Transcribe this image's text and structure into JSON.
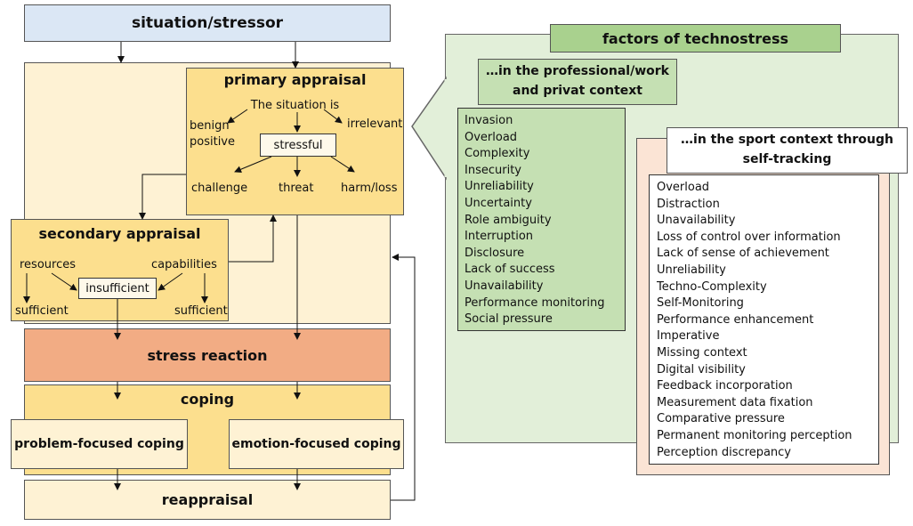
{
  "colors": {
    "situation_fill": "#dbe7f5",
    "outer_fill": "#fef2d4",
    "primary_fill": "#fcdf8e",
    "secondary_fill": "#fcdf8e",
    "stress_fill": "#f2ac84",
    "coping_fill": "#fcdf8e",
    "coping_inner_fill": "#fef2d4",
    "factors_panel_fill": "#e2efd9",
    "factors_header_fill": "#a9d18e",
    "work_list_fill": "#c5e0b3",
    "sport_panel_fill": "#fbe4d5"
  },
  "situation": {
    "label": "situation/stressor"
  },
  "primary": {
    "title": "primary appraisal",
    "situation_is": "The situation is",
    "benign_line1": "benign",
    "benign_line2": "positive",
    "irrelevant": "irrelevant",
    "stressful": "stressful",
    "challenge": "challenge",
    "threat": "threat",
    "harm": "harm/loss"
  },
  "secondary": {
    "title": "secondary appraisal",
    "resources": "resources",
    "capabilities": "capabilities",
    "insufficient": "insufficient",
    "sufficient_left": "sufficient",
    "sufficient_right": "sufficient"
  },
  "stress_reaction": {
    "label": "stress reaction"
  },
  "coping": {
    "title": "coping",
    "problem": "problem-focused coping",
    "emotion": "emotion-focused coping"
  },
  "reappraisal": {
    "label": "reappraisal"
  },
  "factors": {
    "title": "factors of technostress",
    "work_header_line1": "…in the professional/work",
    "work_header_line2": "and privat context",
    "work_items": [
      "Invasion",
      "Overload",
      "Complexity",
      "Insecurity",
      "Unreliability",
      "Uncertainty",
      "Role ambiguity",
      "Interruption",
      "Disclosure",
      "Lack of success",
      "Unavailability",
      "Performance monitoring",
      "Social pressure"
    ],
    "sport_header_line1": "…in the sport context through",
    "sport_header_line2": "self-tracking",
    "sport_items": [
      "Overload",
      "Distraction",
      "Unavailability",
      "Loss of control over information",
      "Lack of sense of achievement",
      "Unreliability",
      "Techno-Complexity",
      "Self-Monitoring",
      "Performance enhancement",
      "Imperative",
      "Missing context",
      "Digital visibility",
      "Feedback incorporation",
      "Measurement data fixation",
      "Comparative pressure",
      "Permanent monitoring perception",
      "Perception discrepancy"
    ]
  }
}
